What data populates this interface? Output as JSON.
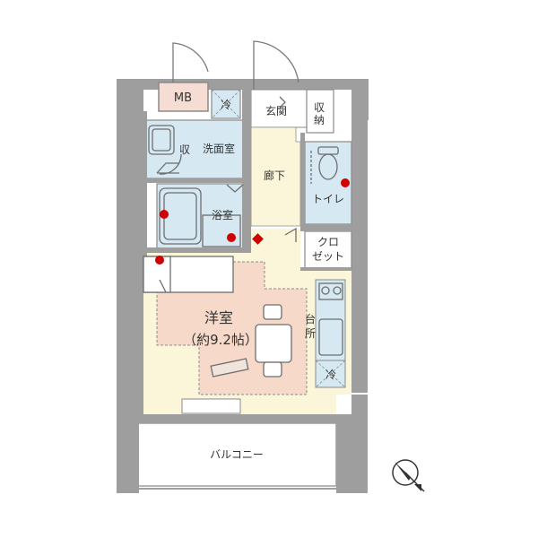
{
  "rooms": {
    "mb": "MB",
    "fridge_top": "冷",
    "entrance": "玄関",
    "storage_top_1": "収",
    "storage_top_2": "納",
    "storage_side": "収",
    "washroom": "洗面室",
    "corridor": "廊下",
    "toilet": "トイレ",
    "bath": "浴室",
    "closet_1": "クロ",
    "closet_2": "ゼット",
    "western_room": "洋室",
    "western_room_size": "（約9.2帖）",
    "kitchen_1": "台",
    "kitchen_2": "所",
    "fridge_kitchen": "冷",
    "balcony": "バルコニー"
  },
  "colors": {
    "wall": "#9e9e9e",
    "wet_area": "#d6e9f3",
    "hall": "#fbf6d9",
    "room_floor": "#f6d9c9",
    "mb_box": "#f6ddd4",
    "marker": "#d00000"
  }
}
